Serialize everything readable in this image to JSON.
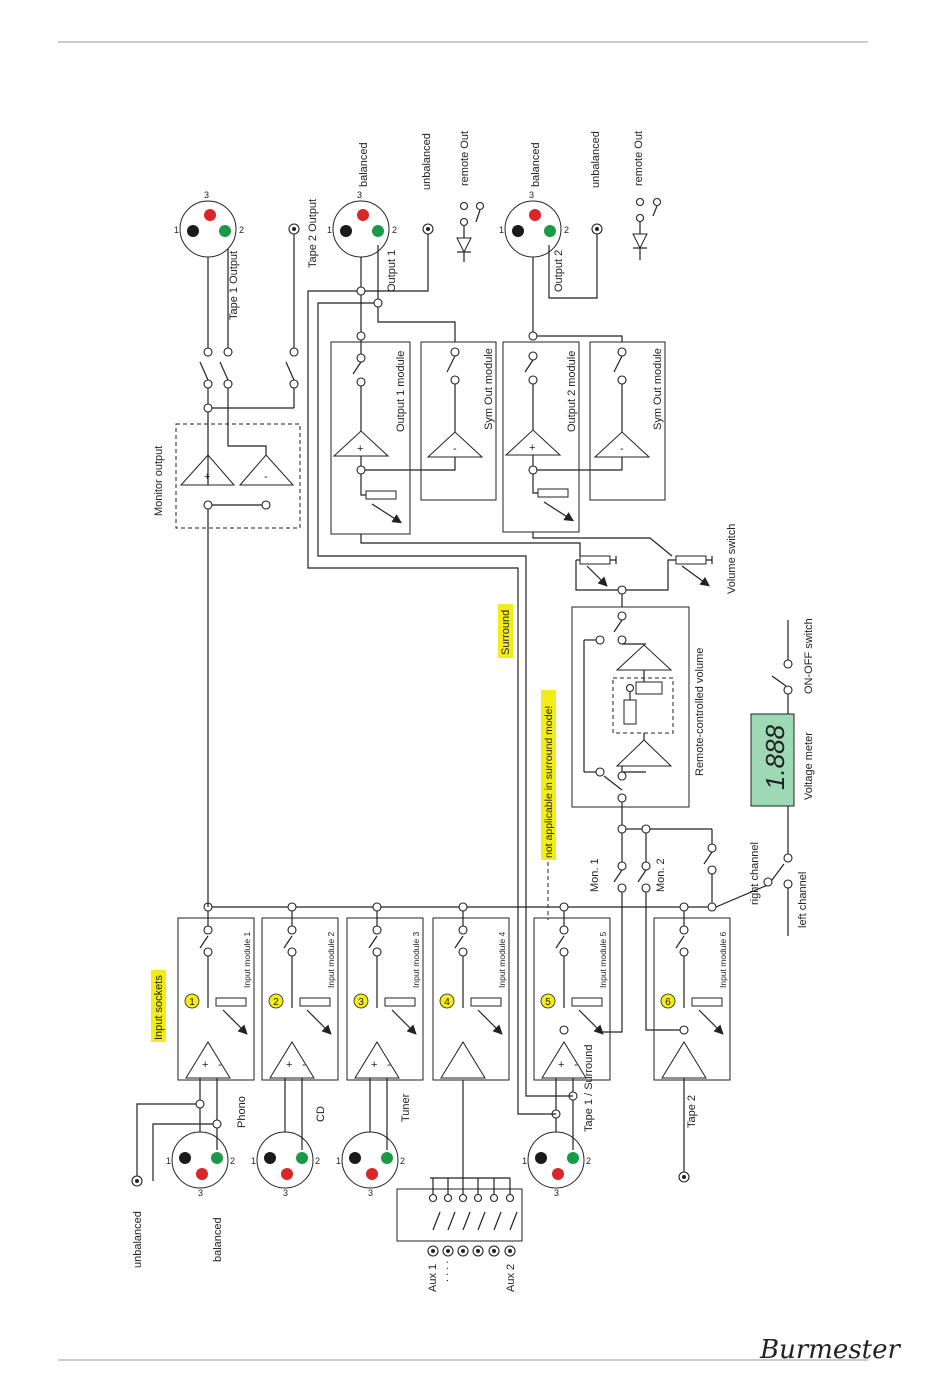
{
  "labels": {
    "unbalanced_in": "unbalanced",
    "balanced_in": "balanced",
    "phono": "Phono",
    "cd": "CD",
    "tuner": "Tuner",
    "tape1_surround": "Tape 1 / Surround",
    "tape2": "Tape 2",
    "aux1": "Aux 1",
    "aux2": "Aux 2",
    "aux_dots": ". . . .",
    "input_sockets": "Input sockets",
    "surround": "Surround",
    "not_applicable": "not applicable in surround mode!",
    "monitor_output": "Monitor output",
    "tape1_output": "Tape 1 Output",
    "tape2_output": "Tape 2 Output",
    "output1": "Output 1",
    "output2": "Output 2",
    "output1_module": "Output 1 module",
    "output2_module": "Output 2 module",
    "symout_module": "Sym Out module",
    "balanced_out": "balanced",
    "unbalanced_out": "unbalanced",
    "remote_out": "remote Out",
    "volume_switch": "Volume switch",
    "remote_volume": "Remote-controlled volume",
    "voltage_meter": "Voltage meter",
    "meter_reading": "1.888",
    "on_off_switch": "ON-OFF switch",
    "right_channel": "right channel",
    "left_channel": "left channel",
    "mon1": "Mon. 1",
    "mon2": "Mon. 2",
    "brand": "Burmester"
  },
  "pins": {
    "p1": "1",
    "p2": "2",
    "p3": "3"
  },
  "input_modules": [
    {
      "label": "Input module 1",
      "number": "1"
    },
    {
      "label": "Input module 2",
      "number": "2"
    },
    {
      "label": "Input module 3",
      "number": "3"
    },
    {
      "label": "Input module 4",
      "number": "4"
    },
    {
      "label": "Input module 5",
      "number": "5"
    },
    {
      "label": "Input module 6",
      "number": "6"
    }
  ],
  "symbols": {
    "plus": "+",
    "minus": "-"
  },
  "colors": {
    "pin_red": "#d9262b",
    "pin_green": "#1a9a48",
    "pin_black": "#1a1a1a",
    "highlight": "#f4ec1a",
    "meter": "#9ed9b6"
  }
}
